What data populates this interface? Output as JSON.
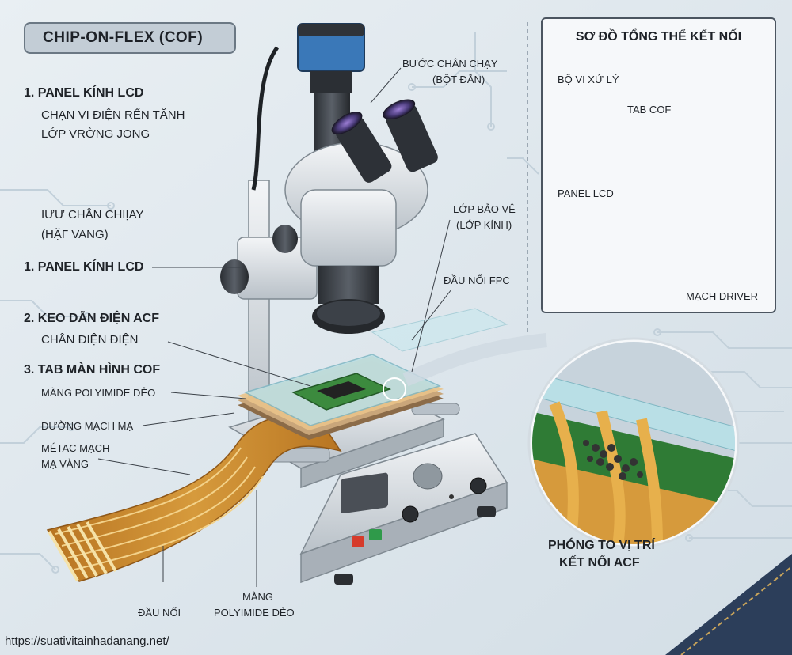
{
  "title": "CHIP-ON-FLEX (COF)",
  "left_labels": {
    "l1_title": "1. PANEL KÍNH LCD",
    "l1_sub1": "CHẠN VI ĐIỆN RẾN TĂNH",
    "l1_sub2": "LỚP VRỜNG JONG",
    "l2_sub1": "IƯƯ CHÂN CHIỊAY",
    "l2_sub2": "(HẶΓ VANG)",
    "l3_title": "1. PANEL KÍNH LCD",
    "l4_title": "2. KEO DẪN ĐIỆN ACF",
    "l4_sub": "CHÂN ĐIỆN ĐIỆN",
    "l5_title": "3. TAB MÀN HÌNH COF",
    "l5_sub1": "MÀNG POLYIMIDE DẺO",
    "l5_sub2": "ĐƯỜNG MẠCH MẠ",
    "l5_sub3": "MÉTAC MẠCH",
    "l5_sub4": "MẠ VÀNG"
  },
  "callouts": {
    "buoc_chan_1": "BƯỚC CHÂN CHẠY",
    "buoc_chan_2": "(BỘT ĐẪN)",
    "lop_bao_ve_1": "LỚP BẢO VỆ",
    "lop_bao_ve_2": "(LỚP KÍNH)",
    "dau_noi_fpc": "ĐẦU NỐI FPC",
    "dau_noi": "ĐẦU NỐI",
    "mang_1": "MÀNG",
    "mang_2": "POLYIMIDE DẺO"
  },
  "inset": {
    "title": "SƠ ĐỒ TỔNG THỂ KẾT NỐI",
    "cpu": "BỘ VI XỬ LÝ",
    "tab": "TAB COF",
    "panel": "PANEL LCD",
    "driver": "MẠCH DRIVER"
  },
  "zoom": {
    "line1": "PHÓNG TO VỊ TRÍ",
    "line2": "KẾT NỐI ACF"
  },
  "footer_url": "https://suativitainhadanang.net/",
  "colors": {
    "background": "#dfe8ee",
    "flex_orange": "#c98a2e",
    "pcb_green": "#3c8a3e",
    "glass": "#b9dfe6",
    "camera_blue": "#3a78b8"
  }
}
